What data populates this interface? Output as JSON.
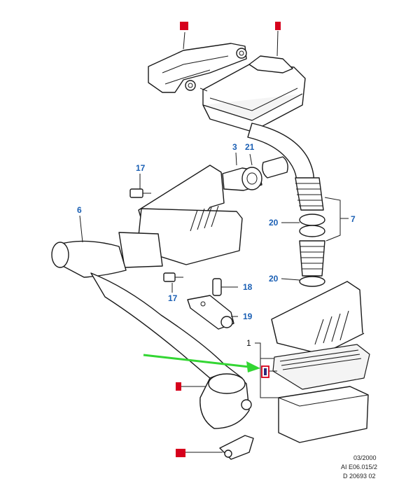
{
  "callouts": {
    "c17a": "17",
    "c17b": "17",
    "c6": "6",
    "c3": "3",
    "c21": "21",
    "c7": "7",
    "c20a": "20",
    "c20b": "20",
    "c18": "18",
    "c19": "19",
    "c1": "1"
  },
  "footer": {
    "line1": "03/2000",
    "line2": "AI E06.015/2",
    "line3": "D 20693 02"
  },
  "colors": {
    "callout_text": "#1a5fb4",
    "highlight_box": "#d6001c",
    "arrow": "#33d633"
  }
}
